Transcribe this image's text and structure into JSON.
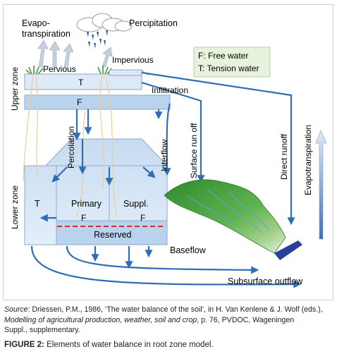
{
  "diagram": {
    "top_labels": {
      "evapo_line1": "Evapo-",
      "evapo_line2": "transpiration",
      "precipitation": "Percipitation",
      "pervious": "Pervious",
      "impervious": "Impervious",
      "infiltration": "Infiltration"
    },
    "legend": {
      "free_water": "F: Free water",
      "tension_water": "T: Tension water"
    },
    "zones": {
      "upper": "Upper zone",
      "lower": "Lower zone"
    },
    "store_labels": {
      "upper_T": "T",
      "upper_F": "F",
      "lower_T": "T",
      "primary": "Primary",
      "supplementary": "Suppl.",
      "primary_F": "F",
      "suppl_F": "F",
      "reserved": "Reserved"
    },
    "flow_labels": {
      "percolation": "Percolation",
      "interflow": "Interflow",
      "surface_runoff": "Surface run off",
      "direct_runoff": "Direct runoff",
      "evapotranspiration": "Evapotranspiration",
      "baseflow": "Baseflow",
      "subsurface_outflow": "Subsurface outflow"
    },
    "colors": {
      "store_light": "#d9e8f6",
      "store_mid": "#b9d3ee",
      "arrow_blue": "#2f6db5",
      "legend_bg": "#e8f3dd",
      "reserved_line": "#d22b2b",
      "terrain": "#3f9a3a"
    }
  },
  "caption": {
    "source_label": "Source",
    "source_part1": ": Driessen, P.M., 1986, ‘The water balance of the soil’, in H. Van Kenlene & J. Wolf (eds.),",
    "source_italic": "Modelling of agricultural production, weather, soil and crop",
    "source_part2": ", p. 76, PVDOC, Wageningen",
    "source_part3": "Suppl., supplementary.",
    "figure_label": "FIGURE 2:",
    "figure_text": " Elements of water balance in root zone model."
  }
}
